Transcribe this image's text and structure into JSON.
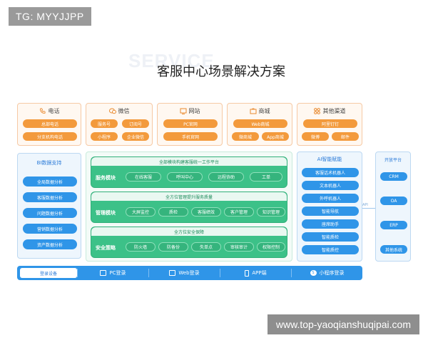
{
  "top_tag": "TG: MYYJJPP",
  "watermark": "www.top-yaoqianshuqipai.com",
  "bg_word": "SERVICE",
  "title": "客服中心场景解决方案",
  "colors": {
    "orange": "#f39a3c",
    "blue": "#2f95e8",
    "green": "#3cc188"
  },
  "channels": [
    {
      "icon": "phone-icon",
      "title": "电话",
      "items": [
        "总部电话",
        "分支机构电话"
      ]
    },
    {
      "icon": "wechat-icon",
      "title": "微信",
      "items": [
        "服务号",
        "订阅号",
        "小程序",
        "企业微信"
      ]
    },
    {
      "icon": "website-icon",
      "title": "网站",
      "items": [
        "PC官网",
        "手机官网"
      ]
    },
    {
      "icon": "mall-icon",
      "title": "商城",
      "items": [
        "Web商城",
        "微商城",
        "App商城"
      ]
    },
    {
      "icon": "grid-icon",
      "title": "其他渠道",
      "items": [
        "阿里钉钉",
        "微博",
        "邮件"
      ]
    }
  ],
  "bi": {
    "title": "BI数据支持",
    "items": [
      "全局数据分析",
      "客服数据分析",
      "问题数据分析",
      "营销数据分析",
      "资产数据分析"
    ]
  },
  "center": {
    "bands": [
      {
        "header": "全部模块构建客服统一工作平台",
        "label": "服务模块",
        "items": [
          "在线客服",
          "呼叫中心",
          "远程协助",
          "工单"
        ]
      },
      {
        "header": "全方位管理提升服务质量",
        "label": "管理模块",
        "items": [
          "大屏监控",
          "质检",
          "客服绩效",
          "客户管理",
          "知识管理"
        ]
      },
      {
        "header": "全方位安全保障",
        "label": "安全策略",
        "items": [
          "防火墙",
          "防备份",
          "失单点",
          "审核审计",
          "权限控制"
        ]
      }
    ]
  },
  "ai": {
    "title": "AI智能赋能",
    "items": [
      "客服话术机器人",
      "文本机器人",
      "外呼机器人",
      "智能导航",
      "座席助手",
      "智能质检",
      "智能质控"
    ]
  },
  "open": {
    "title": "开放平台",
    "items": [
      "CRM",
      "OA",
      "ERP",
      "其他系统"
    ]
  },
  "api_label": "API",
  "login": {
    "first": "登录设备",
    "items": [
      {
        "icon": "monitor-icon",
        "label": "PC登录"
      },
      {
        "icon": "browser-icon",
        "label": "Web登录"
      },
      {
        "icon": "phone-app-icon",
        "label": "APP端"
      },
      {
        "icon": "miniprogram-icon",
        "label": "小程序登录"
      }
    ]
  }
}
